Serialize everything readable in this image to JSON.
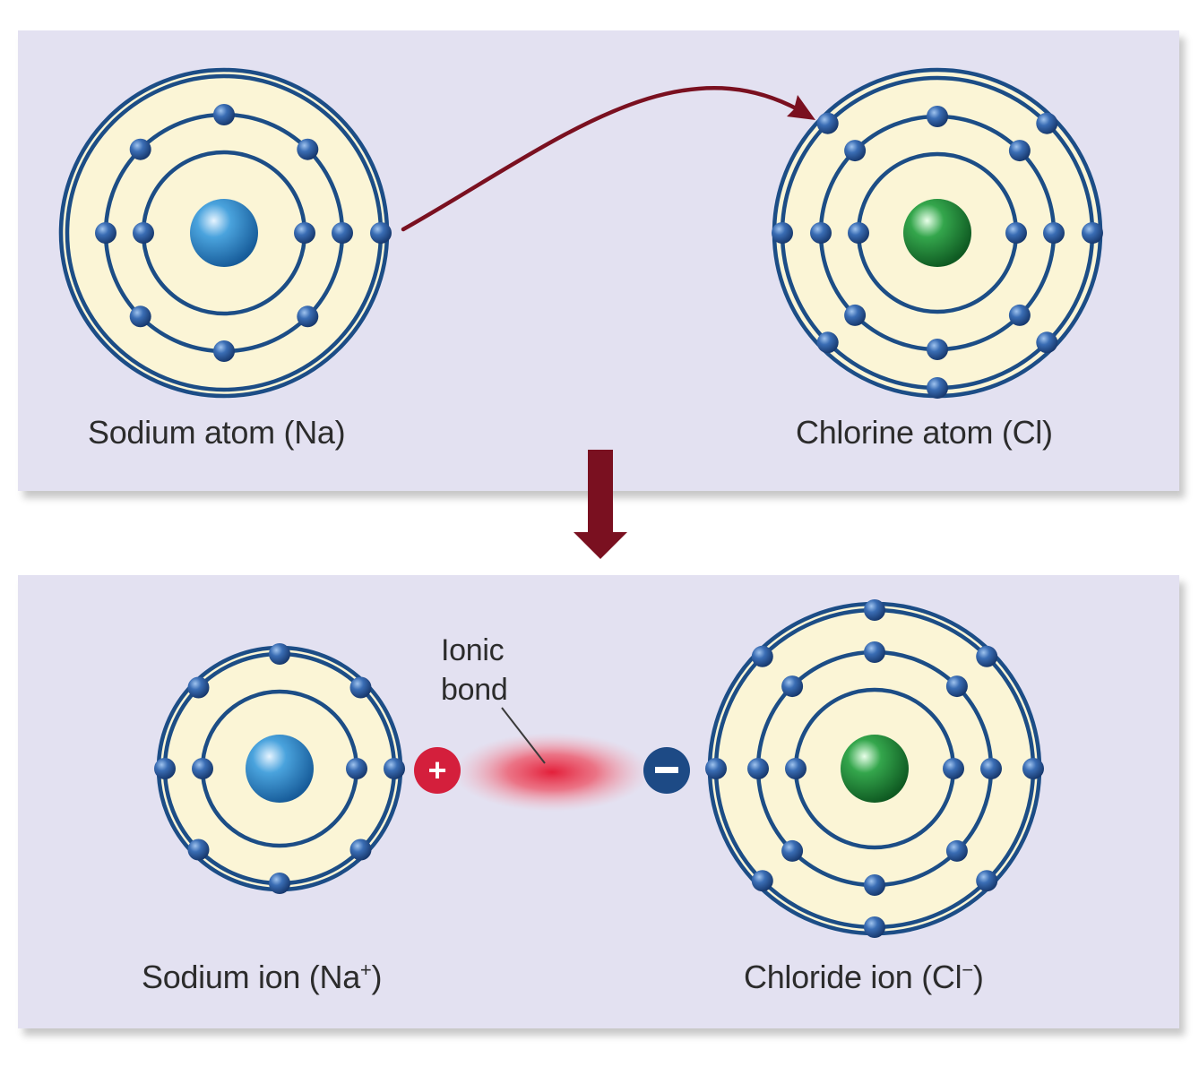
{
  "labels": {
    "sodium_atom": "Sodium atom (Na)",
    "chlorine_atom": "Chlorine atom (Cl)",
    "sodium_ion_text": "Sodium ion (Na",
    "sodium_ion_sup": "+",
    "sodium_ion_close": ")",
    "chloride_ion_text": "Chloride ion (Cl",
    "chloride_ion_sup": "−",
    "chloride_ion_close": ")",
    "ionic_bond_line1": "Ionic",
    "ionic_bond_line2": "bond"
  },
  "charges": {
    "positive": "+",
    "negative": "−"
  },
  "atoms": [
    {
      "id": "sodium-atom",
      "shell_electrons": [
        2,
        8,
        1
      ],
      "nucleus": "blue"
    },
    {
      "id": "chlorine-atom",
      "shell_electrons": [
        2,
        8,
        7
      ],
      "nucleus": "green"
    },
    {
      "id": "sodium-ion",
      "shell_electrons": [
        2,
        8
      ],
      "nucleus": "blue"
    },
    {
      "id": "chloride-ion",
      "shell_electrons": [
        2,
        8,
        8
      ],
      "nucleus": "green"
    }
  ],
  "colors": {
    "panel_bg": "#e3e1f1",
    "atom_fill": "#fbf5d6",
    "orbit": "#1c4d86",
    "electron": "#2e61a8",
    "transfer_arrow": "#7a1020",
    "sodium_nucleus": "#2f8ac8",
    "chlorine_nucleus": "#1e8a3a",
    "positive_charge": "#d41f3c",
    "negative_charge": "#1d4a85",
    "bond_glow": "#e8243c"
  }
}
